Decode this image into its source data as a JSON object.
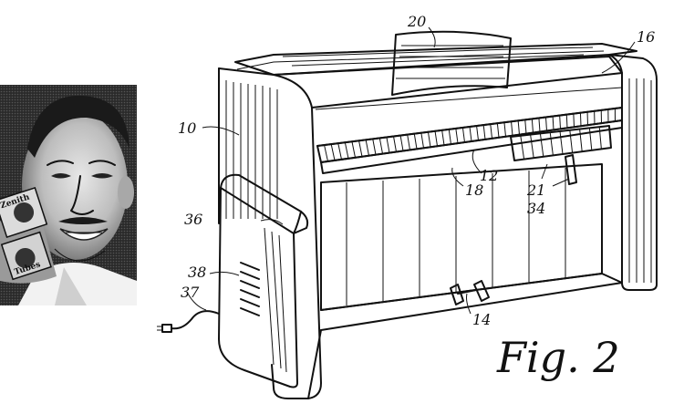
{
  "photo": {
    "product_label_top": "Zenith",
    "product_label_bottom": "Tubes"
  },
  "patent_drawing": {
    "reference_numerals": [
      {
        "id": "ref-20",
        "text": "20"
      },
      {
        "id": "ref-16",
        "text": "16"
      },
      {
        "id": "ref-10",
        "text": "10"
      },
      {
        "id": "ref-12",
        "text": "12"
      },
      {
        "id": "ref-18",
        "text": "18"
      },
      {
        "id": "ref-21",
        "text": "21"
      },
      {
        "id": "ref-34",
        "text": "34"
      },
      {
        "id": "ref-36",
        "text": "36"
      },
      {
        "id": "ref-38",
        "text": "38"
      },
      {
        "id": "ref-37",
        "text": "37"
      },
      {
        "id": "ref-14",
        "text": "14"
      }
    ],
    "figure_label": "Fig. 2"
  }
}
